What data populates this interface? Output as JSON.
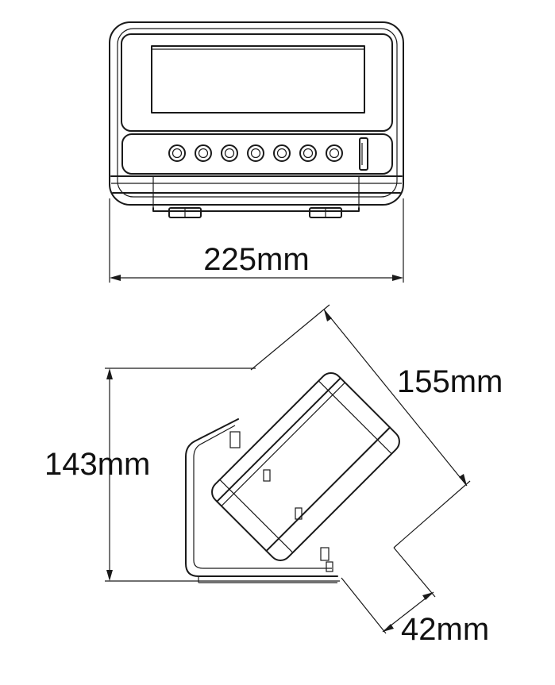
{
  "dimensions": {
    "width": "225mm",
    "height": "143mm",
    "depth": "155mm",
    "thickness": "42mm"
  },
  "front_view": {
    "button_count": 7
  }
}
